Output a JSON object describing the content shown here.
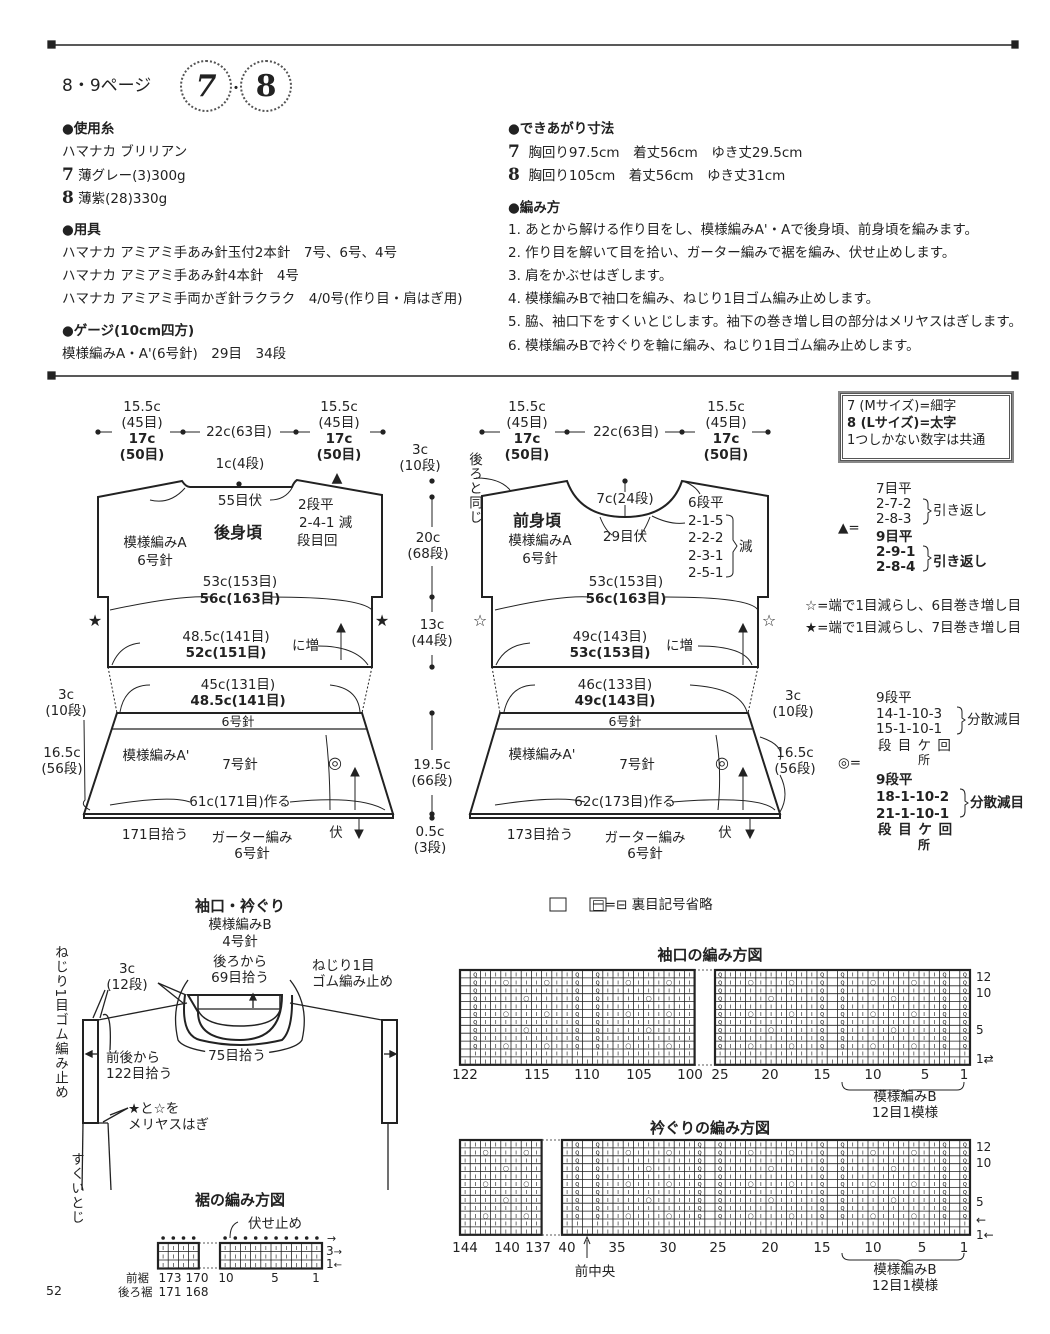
{
  "header": {
    "page_ref": "8・9ページ",
    "num7": "7",
    "dot": "・",
    "num8": "8"
  },
  "materials": {
    "yarn_heading": "●使用糸",
    "yarn_brand": "ハマナカ ブリリアン",
    "yarn7_num": "7",
    "yarn7": "薄グレー(3)300g",
    "yarn8_num": "8",
    "yarn8": "薄紫(28)330g",
    "tools_heading": "●用具",
    "tools": [
      "ハマナカ アミアミ手あみ針玉付2本針　7号、6号、4号",
      "ハマナカ アミアミ手あみ針4本針　4号",
      "ハマナカ アミアミ手両かぎ針ラクラク　4/0号(作り目・肩はぎ用)"
    ],
    "gauge_heading": "●ゲージ(10cm四方)",
    "gauge": "模様編みA・A'(6号針)　29目　34段"
  },
  "finished": {
    "heading": "●できあがり寸法",
    "size7_num": "7",
    "size7": "胸回り97.5cm　着丈56cm　ゆき丈29.5cm",
    "size8_num": "8",
    "size8": "胸回り105cm　着丈56cm　ゆき丈31cm"
  },
  "method": {
    "heading": "●編み方",
    "steps": [
      "1. あとから解ける作り目をし、模様編みA'・Aで後身頃、前身頃を編みます。",
      "2. 作り目を解いて目を拾い、ガーター編みで裾を編み、伏せ止めします。",
      "3. 肩をかぶせはぎします。",
      "4. 模様編みBで袖口を編み、ねじり1目ゴム編み止めします。",
      "5. 脇、袖口下をすくいとじします。袖下の巻き増し目の部分はメリヤスはぎします。",
      "6. 模様編みBで衿ぐりを輪に編み、ねじり1目ゴム編み止めします。"
    ]
  },
  "back": {
    "shoulder_m": "15.5c",
    "shoulder_m_st": "(45目)",
    "shoulder_l": "17c",
    "shoulder_l_st": "(50目)",
    "neck_width": "22c(63目)",
    "neck_depth": "1c(4段)",
    "bind_off": "55目伏",
    "dec1": "2段平",
    "dec2": "2-4-1 減",
    "dec3": "段目回",
    "title": "後身頃",
    "pattern": "模様編みA",
    "needle": "6号針",
    "width_m": "53c(153目)",
    "width_l": "56c(163目)",
    "inc_m": "48.5c(141目)",
    "inc_l": "52c(151目)",
    "inc_label": "に増",
    "hem_top_m": "45c(131目)",
    "hem_top_l": "48.5c(141目)",
    "band_h": "3c",
    "band_rows": "(10段)",
    "band_needle": "6号針",
    "side_h": "16.5c",
    "side_rows": "(56段)",
    "hem_pattern": "模様編みA'",
    "hem_needle": "7号針",
    "cast_on": "61c(171目)作る",
    "pick_up": "171目拾う",
    "garter": "ガーター編み",
    "garter_needle": "6号針",
    "bo": "伏"
  },
  "center_dims": {
    "a": "3c",
    "a_rows": "(10段)",
    "same_as_back": "後ろと同じ",
    "b": "20c",
    "b_rows": "(68段)",
    "c": "13c",
    "c_rows": "(44段)",
    "d": "19.5c",
    "d_rows": "(66段)",
    "e": "0.5c",
    "e_rows": "(3段)"
  },
  "front": {
    "shoulder_m": "15.5c",
    "shoulder_m_st": "(45目)",
    "shoulder_l": "17c",
    "shoulder_l_st": "(50目)",
    "neck_width": "22c(63目)",
    "neck_depth": "7c(24段)",
    "bind_off": "29目伏",
    "dec": [
      "6段平",
      "2-1-5",
      "2-2-2",
      "2-3-1",
      "2-5-1"
    ],
    "dec_label": "減",
    "title": "前身頃",
    "pattern": "模様編みA",
    "needle": "6号針",
    "width_m": "53c(153目)",
    "width_l": "56c(163目)",
    "inc_m": "49c(143目)",
    "inc_l": "53c(153目)",
    "inc_label": "に増",
    "hem_top_m": "46c(133目)",
    "hem_top_l": "49c(143目)",
    "band_h": "3c",
    "band_rows": "(10段)",
    "band_needle": "6号針",
    "side_h": "16.5c",
    "side_rows": "(56段)",
    "hem_pattern": "模様編みA'",
    "hem_needle": "7号針",
    "cast_on": "62c(173目)作る",
    "pick_up": "173目拾う",
    "garter": "ガーター編み",
    "garter_needle": "6号針",
    "bo": "伏"
  },
  "legend": {
    "line1": "7 (Mサイズ)=細字",
    "line2": "8 (Lサイズ)=太字",
    "line3": "1つしかない数字は共通"
  },
  "triangle_note": {
    "symbol": "▲=",
    "m": [
      "7目平",
      "2-7-2",
      "2-8-3"
    ],
    "m_label": "引き返し",
    "l": [
      "9目平",
      "2-9-1",
      "2-8-4"
    ],
    "l_label": "引き返し"
  },
  "star_notes": {
    "open": "☆=端で1目減らし、6目巻き増し目",
    "filled": "★=端で1目減らし、7目巻き増し目"
  },
  "double_circle_note": {
    "symbol": "◎=",
    "m": [
      "9段平",
      "14-1-10-3",
      "15-1-10-1"
    ],
    "m_label": "分散減目",
    "l": [
      "9段平",
      "18-1-10-2",
      "21-1-10-1"
    ],
    "l_label": "分散減目",
    "units": "段 目 ケ 回",
    "units2": "所"
  },
  "trim": {
    "title": "袖口・衿ぐり",
    "pattern": "模様編みB",
    "needle": "4号針",
    "back_pick1": "後ろから",
    "back_pick2": "69目拾う",
    "bind1": "ねじり1目",
    "bind2": "ゴム編み止め",
    "depth": "3c",
    "depth_rows": "(12段)",
    "sleeve_bind": "ねじり1目ゴム編み止め",
    "sleeve_pick1": "前後から",
    "sleeve_pick2": "122目拾う",
    "neck_pick": "75目拾う",
    "graft1": "★と☆を",
    "graft2": "メリヤスはぎ",
    "seam": "すくいとじ"
  },
  "purl_note": "□=⊟ 裏目記号省略",
  "sleeve_chart": {
    "title": "袖口の編み方図",
    "left_ticks": [
      "122",
      "115",
      "110",
      "105",
      "100"
    ],
    "right_ticks": [
      "25",
      "20",
      "15",
      "10",
      "5",
      "1"
    ],
    "row_ticks": [
      "12",
      "10",
      "5",
      "1⇄"
    ],
    "repeat_label": "模様編みB",
    "repeat_count": "12目1模様"
  },
  "neck_chart": {
    "title": "衿ぐりの編み方図",
    "left_ticks": [
      "144",
      "140",
      "137"
    ],
    "right_ticks": [
      "40",
      "35",
      "30",
      "25",
      "20",
      "15",
      "10",
      "5",
      "1"
    ],
    "row_ticks": [
      "12",
      "10",
      "5",
      "←",
      "1←"
    ],
    "center_label": "前中央",
    "repeat_label": "模様編みB",
    "repeat_count": "12目1模様"
  },
  "hem_chart": {
    "title": "裾の編み方図",
    "bind_off": "伏せ止め",
    "front_label": "前裾",
    "front_ticks": [
      "173",
      "170"
    ],
    "back_label": "後ろ裾",
    "back_ticks": [
      "171",
      "168"
    ],
    "right_ticks": [
      "10",
      "5",
      "1"
    ],
    "row_ticks": [
      "3",
      "1"
    ],
    "row_arrows": [
      "→",
      "→",
      "←"
    ]
  },
  "page_number": "52"
}
